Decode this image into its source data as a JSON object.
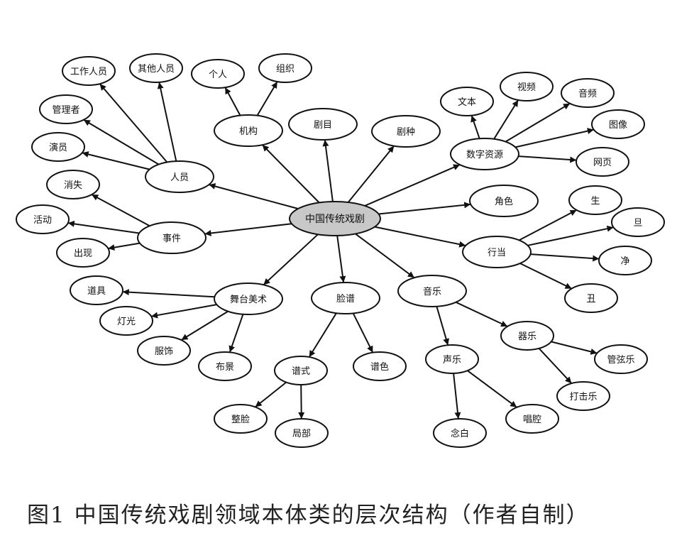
{
  "caption": "图1 中国传统戏剧领域本体类的层次结构（作者自制）",
  "nodes": {
    "root": "中国传统戏剧",
    "renyuan": "人员",
    "gongzuorenyuan": "工作人员",
    "qitarenyuan": "其他人员",
    "guanlizhe": "管理者",
    "yanyuan": "演员",
    "jigou": "机构",
    "geren": "个人",
    "zuzhi": "组织",
    "jumu": "剧目",
    "juzhong": "剧种",
    "shuzi": "数字资源",
    "wenben": "文本",
    "shipin": "视频",
    "yinpin": "音频",
    "tuxiang": "图像",
    "wangye": "网页",
    "juese": "角色",
    "shijian": "事件",
    "xiaoshi": "消失",
    "huodong": "活动",
    "chuxian": "出现",
    "hangdang": "行当",
    "sheng": "生",
    "dan": "旦",
    "jing": "净",
    "chou": "丑",
    "wutai": "舞台美术",
    "daoju": "道具",
    "dengguang": "灯光",
    "fushi": "服饰",
    "bujing": "布景",
    "lianpu": "脸谱",
    "pushi": "谱式",
    "puse": "谱色",
    "zhenglian": "整脸",
    "jubu": "局部",
    "yinyue": "音乐",
    "shengyue": "声乐",
    "qiyue": "器乐",
    "nianbai": "念白",
    "changqiang": "唱腔",
    "guanxian": "管弦乐",
    "daji": "打击乐"
  },
  "edges": [
    [
      "root",
      "renyuan"
    ],
    [
      "renyuan",
      "gongzuorenyuan"
    ],
    [
      "renyuan",
      "qitarenyuan"
    ],
    [
      "renyuan",
      "guanlizhe"
    ],
    [
      "renyuan",
      "yanyuan"
    ],
    [
      "root",
      "jigou"
    ],
    [
      "jigou",
      "geren"
    ],
    [
      "jigou",
      "zuzhi"
    ],
    [
      "root",
      "jumu"
    ],
    [
      "root",
      "juzhong"
    ],
    [
      "root",
      "shuzi"
    ],
    [
      "shuzi",
      "wenben"
    ],
    [
      "shuzi",
      "shipin"
    ],
    [
      "shuzi",
      "yinpin"
    ],
    [
      "shuzi",
      "tuxiang"
    ],
    [
      "shuzi",
      "wangye"
    ],
    [
      "root",
      "juese"
    ],
    [
      "root",
      "shijian"
    ],
    [
      "shijian",
      "xiaoshi"
    ],
    [
      "shijian",
      "huodong"
    ],
    [
      "shijian",
      "chuxian"
    ],
    [
      "root",
      "hangdang"
    ],
    [
      "hangdang",
      "sheng"
    ],
    [
      "hangdang",
      "dan"
    ],
    [
      "hangdang",
      "jing"
    ],
    [
      "hangdang",
      "chou"
    ],
    [
      "root",
      "wutai"
    ],
    [
      "wutai",
      "daoju"
    ],
    [
      "wutai",
      "dengguang"
    ],
    [
      "wutai",
      "fushi"
    ],
    [
      "wutai",
      "bujing"
    ],
    [
      "root",
      "lianpu"
    ],
    [
      "lianpu",
      "pushi"
    ],
    [
      "lianpu",
      "puse"
    ],
    [
      "pushi",
      "zhenglian"
    ],
    [
      "pushi",
      "jubu"
    ],
    [
      "root",
      "yinyue"
    ],
    [
      "yinyue",
      "shengyue"
    ],
    [
      "yinyue",
      "qiyue"
    ],
    [
      "shengyue",
      "nianbai"
    ],
    [
      "shengyue",
      "changqiang"
    ],
    [
      "qiyue",
      "guanxian"
    ],
    [
      "qiyue",
      "daji"
    ]
  ]
}
